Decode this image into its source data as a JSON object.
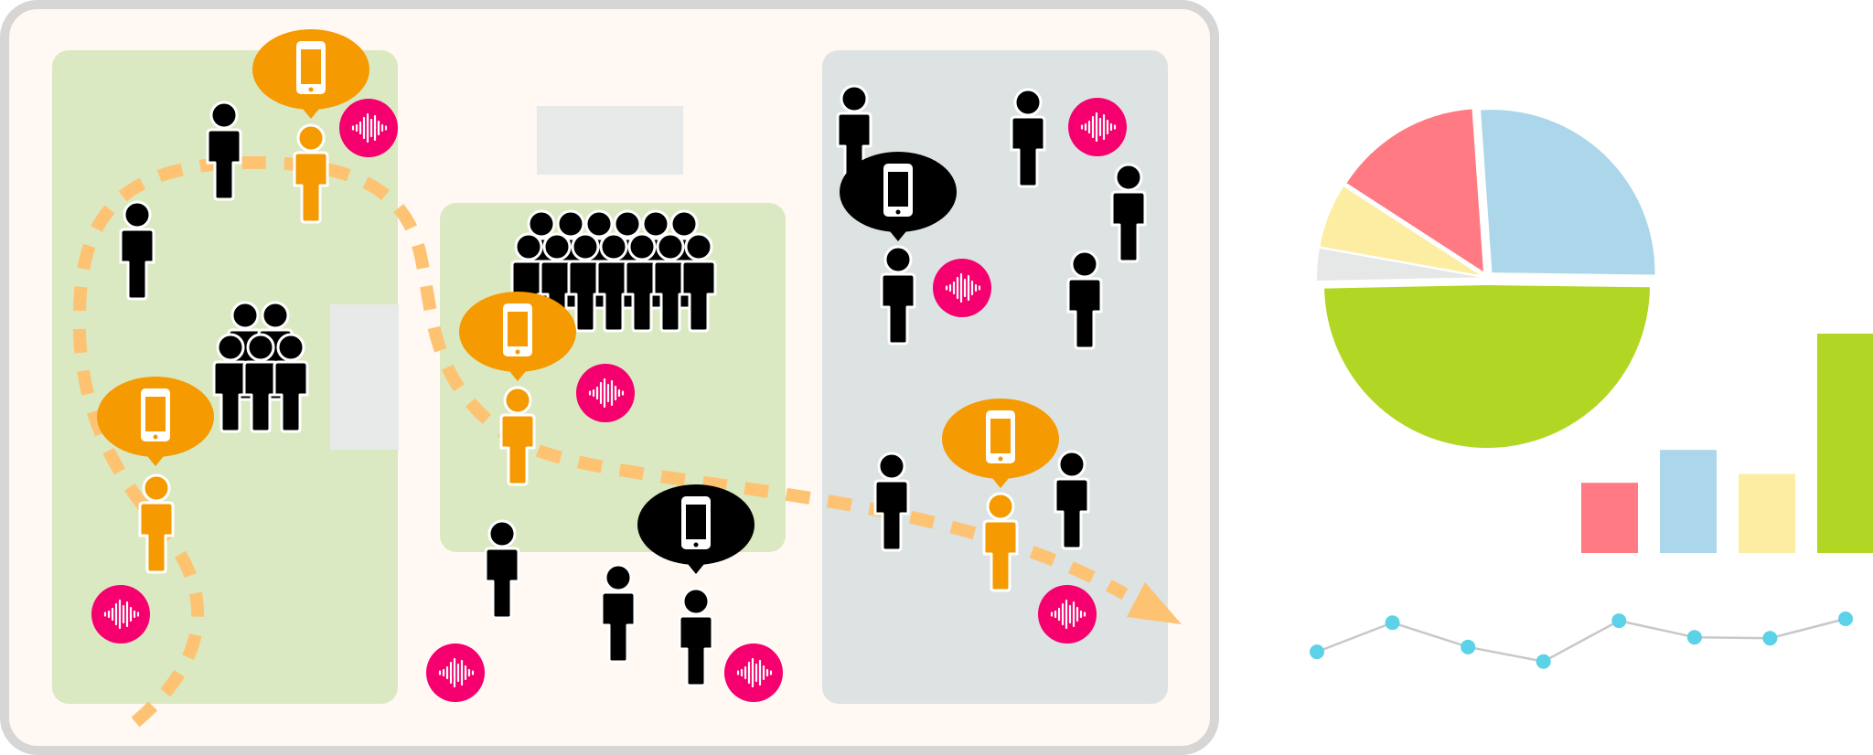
{
  "colors": {
    "floor_bg": "#fff8f3",
    "floor_border": "#d6d6d6",
    "zone_green": "#dbe9c2",
    "zone_gray": "#dde2e2",
    "fixture": "#e8e9e9",
    "person_black": "#000000",
    "person_orange": "#f59a00",
    "audio_badge": "#f5006e",
    "path_dash": "#fdc373",
    "pie_red": "#ff7a82",
    "pie_blue": "#acd6ea",
    "pie_yellow": "#fdeda3",
    "pie_gray": "#e6e7e7",
    "pie_green": "#b2d624",
    "line_teal": "#5bd2e7",
    "line_gray": "#c8c8c8"
  },
  "icons": {
    "person": "person-icon",
    "phone": "smartphone-icon",
    "audio": "audio-waveform-icon",
    "arrow": "arrowhead-icon"
  },
  "chart_data": [
    {
      "type": "pie",
      "title": "",
      "slices": [
        {
          "value": 25,
          "color": "#acd6ea"
        },
        {
          "value": 47,
          "color": "#b2d624"
        },
        {
          "value": 3,
          "color": "#e6e7e7"
        },
        {
          "value": 6,
          "color": "#fdeda3"
        },
        {
          "value": 14,
          "color": "#ff7a82"
        }
      ]
    },
    {
      "type": "bar",
      "title": "",
      "categories": [
        "",
        "",
        "",
        ""
      ],
      "values": [
        32,
        47,
        36,
        100
      ],
      "colors": [
        "#ff7a82",
        "#acd6ea",
        "#fdeda3",
        "#b2d624"
      ],
      "ylim": [
        0,
        100
      ]
    },
    {
      "type": "line",
      "title": "",
      "x": [
        1,
        2,
        3,
        4,
        5,
        6,
        7,
        8
      ],
      "values": [
        3,
        6,
        3.5,
        2,
        6.2,
        4.5,
        4.4,
        6.4
      ],
      "ylim": [
        0,
        8
      ]
    }
  ]
}
